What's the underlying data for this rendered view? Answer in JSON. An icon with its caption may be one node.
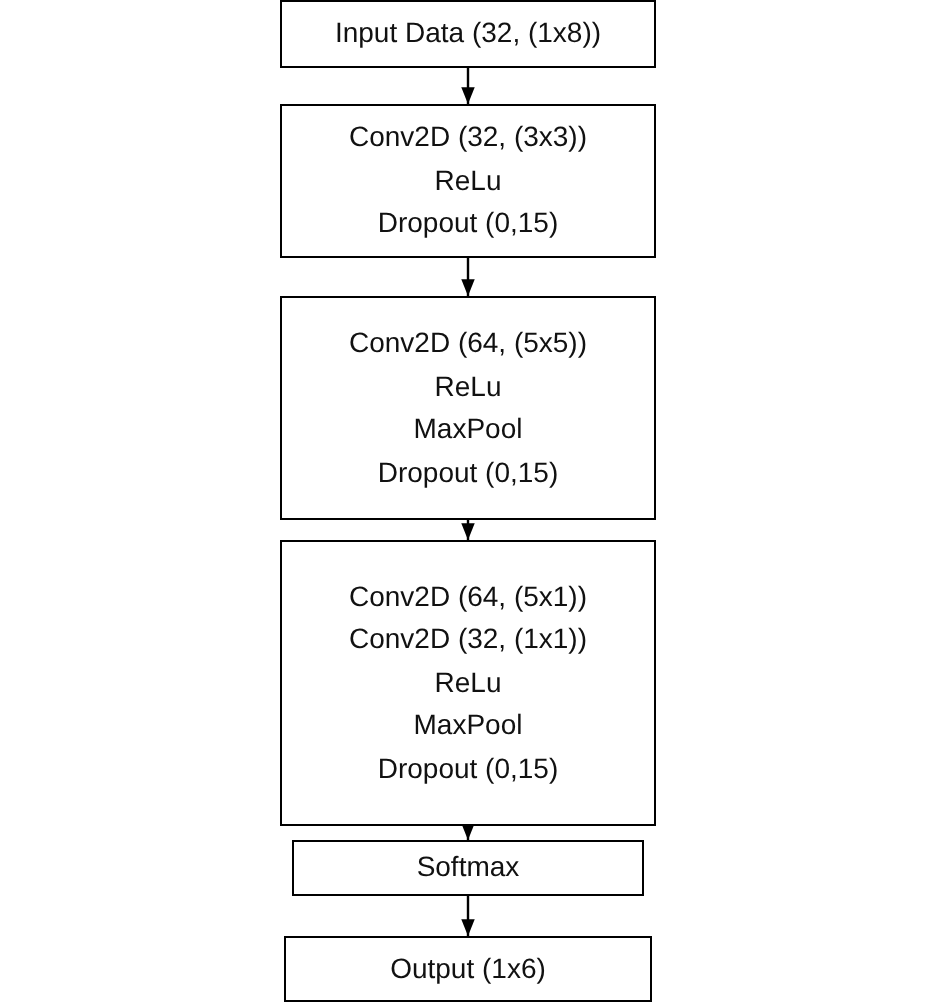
{
  "diagram": {
    "nodes": [
      {
        "text": [
          "Input Data (32, (1x8))"
        ]
      },
      {
        "text": [
          "Conv2D (32, (3x3))",
          "ReLu",
          "Dropout (0,15)"
        ]
      },
      {
        "text": [
          "Conv2D (64, (5x5))",
          "ReLu",
          "MaxPool",
          "Dropout (0,15)"
        ]
      },
      {
        "text": [
          "Conv2D (64, (5x1))",
          "Conv2D (32, (1x1))",
          "ReLu",
          "MaxPool",
          "Dropout (0,15)"
        ]
      },
      {
        "text": [
          "Softmax"
        ]
      },
      {
        "text": [
          "Output (1x6)"
        ]
      }
    ],
    "edges": [
      {
        "from": 0,
        "to": 1,
        "arrow": "to"
      },
      {
        "from": 1,
        "to": 2,
        "arrow": "to"
      },
      {
        "from": 2,
        "to": 3,
        "arrow": "to"
      },
      {
        "from": 3,
        "to": 4,
        "arrow": "to"
      },
      {
        "from": 4,
        "to": 5,
        "arrow": "to"
      }
    ]
  }
}
